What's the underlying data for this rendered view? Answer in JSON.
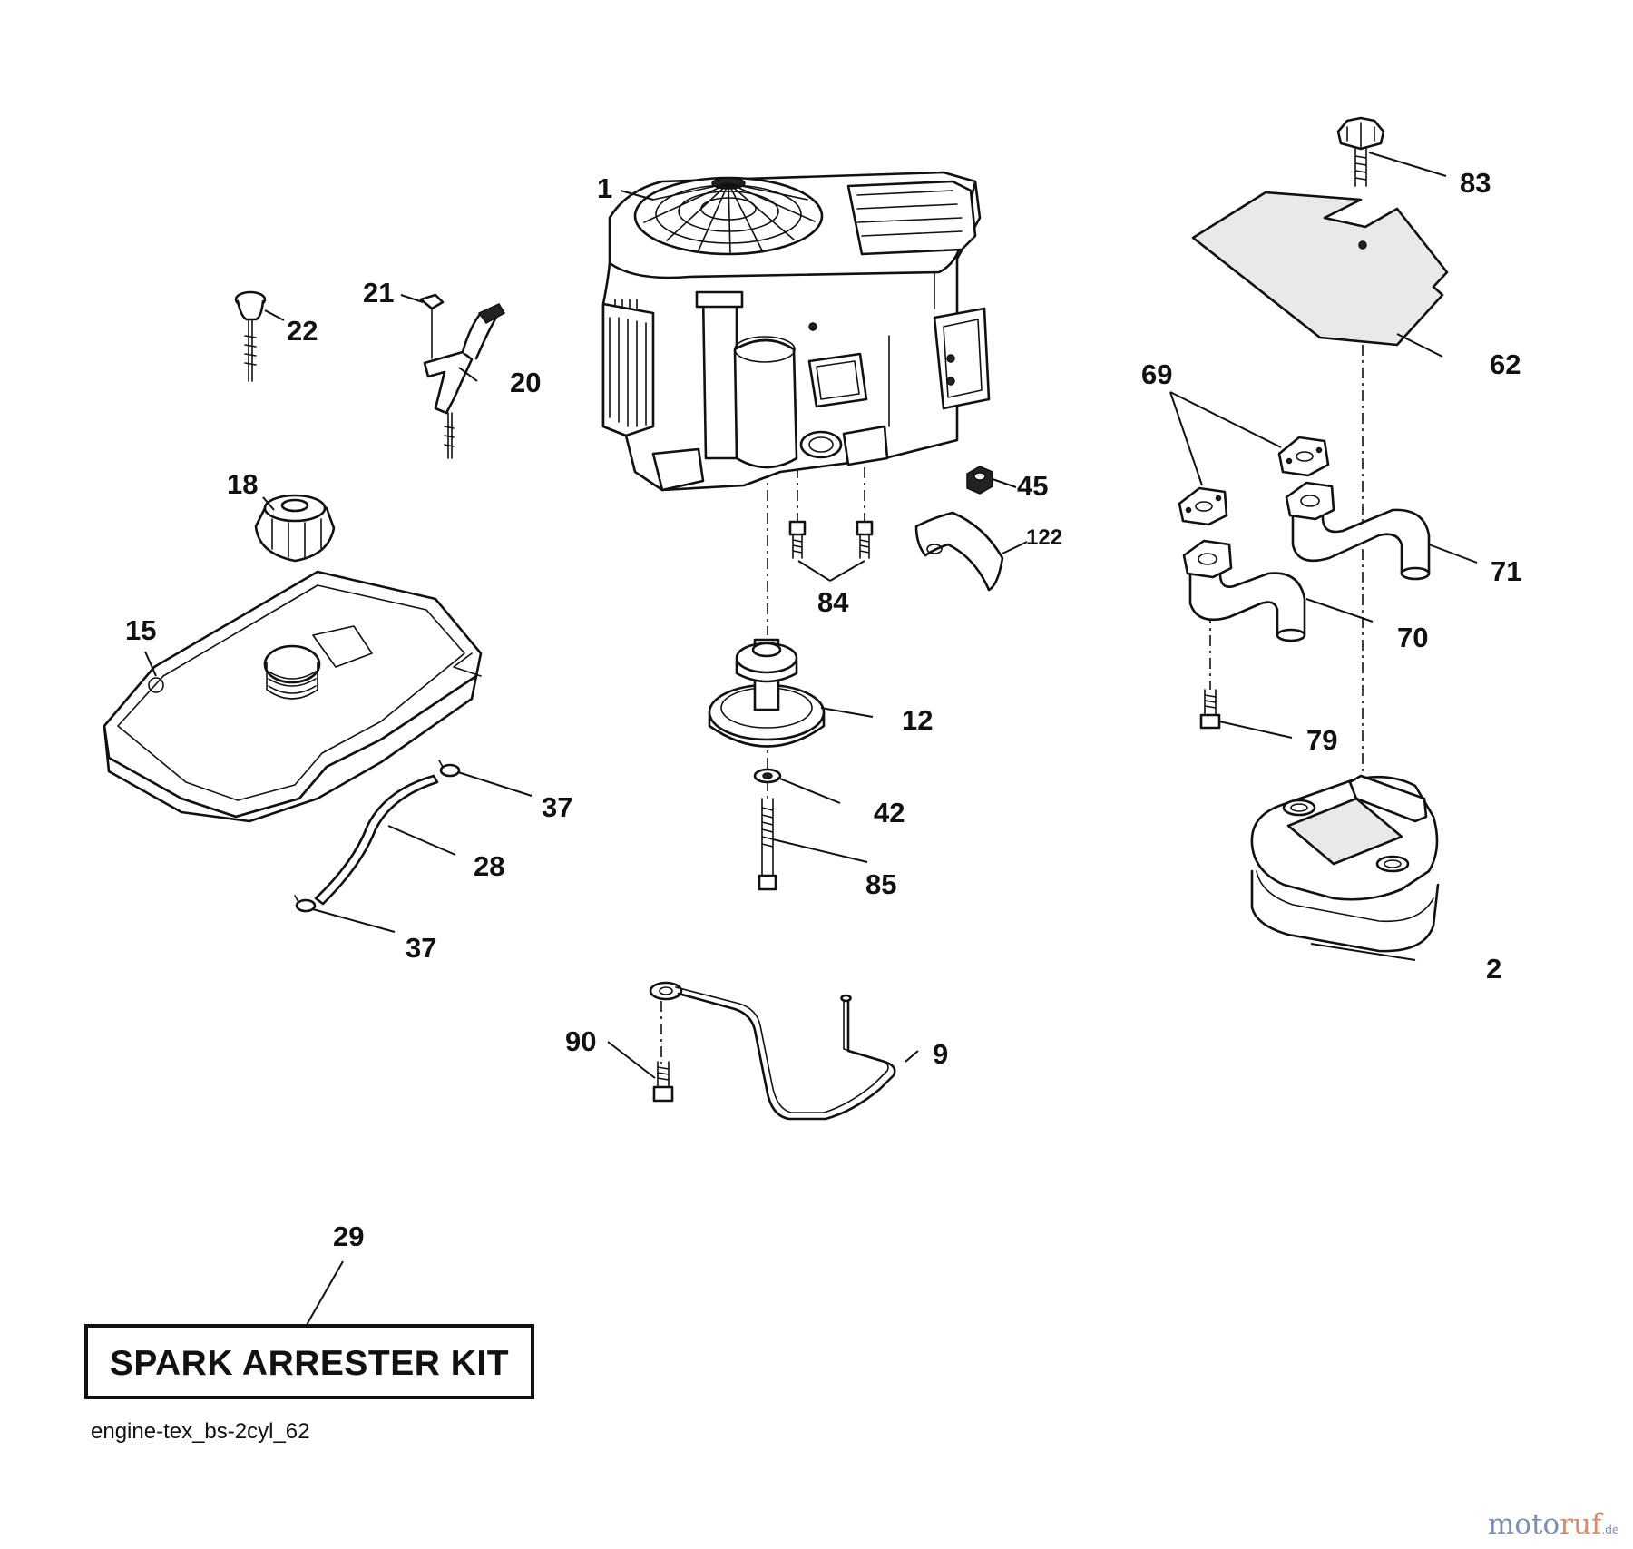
{
  "diagram_code": "engine-tex_bs-2cyl_62",
  "spark_arrester_kit": {
    "label": "SPARK ARRESTER KIT",
    "number": "29"
  },
  "callouts": {
    "c1": "1",
    "c2": "2",
    "c9": "9",
    "c12": "12",
    "c15": "15",
    "c18": "18",
    "c20": "20",
    "c21": "21",
    "c22": "22",
    "c28": "28",
    "c37a": "37",
    "c37b": "37",
    "c42": "42",
    "c45": "45",
    "c62": "62",
    "c69": "69",
    "c70": "70",
    "c71": "71",
    "c79": "79",
    "c83": "83",
    "c84": "84",
    "c85": "85",
    "c90": "90",
    "c122": "122"
  },
  "watermark": {
    "brand_main": "motoruf",
    "brand_tld": ".de"
  }
}
